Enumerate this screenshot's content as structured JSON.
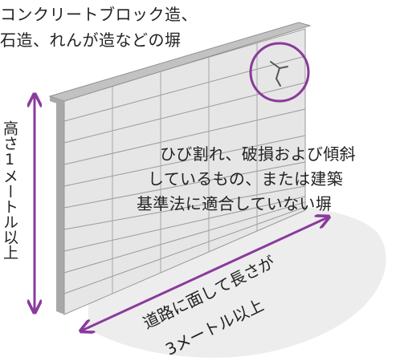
{
  "header": {
    "line1": "コンクリートブロック造、",
    "line2": "石造、れんが造などの塀"
  },
  "condition": {
    "line1": "ひび割れ、破損および傾斜",
    "line2": "しているもの、または建築",
    "line3": "基準法に適合していない塀"
  },
  "height_label": "高さ1メートル以上",
  "length_label": {
    "line1": "道路に面して長さが",
    "line2": "3メートル以上"
  },
  "colors": {
    "accent": "#8a3a9c",
    "wall_face": "#e6e6e6",
    "wall_top": "#c2c2c2",
    "wall_end": "#a8a8a8",
    "ground": "#ededed"
  },
  "icons": {
    "crack": "crack-icon",
    "highlight": "highlight-circle"
  }
}
